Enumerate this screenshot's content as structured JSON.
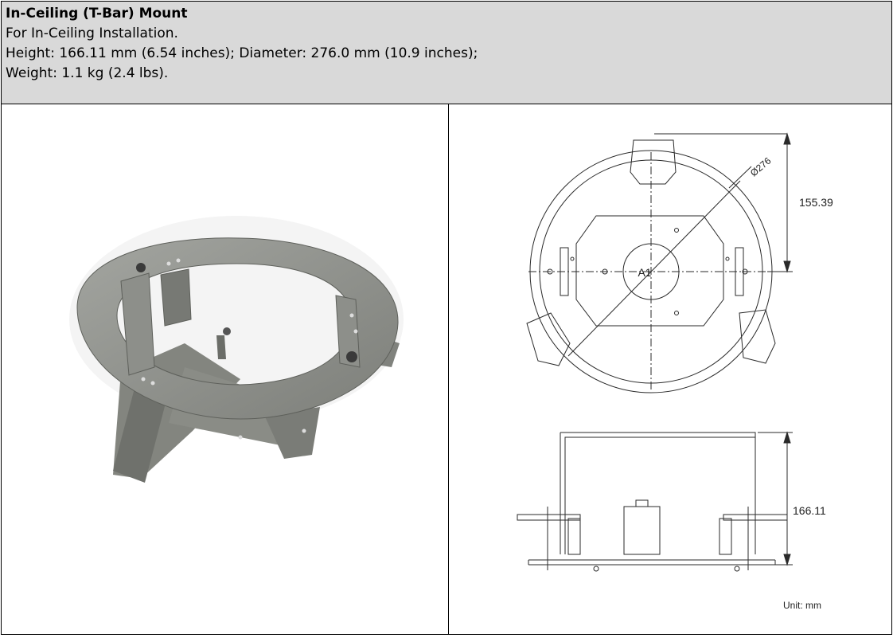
{
  "header": {
    "title": "In-Ceiling (T-Bar) Mount",
    "line1": "For In-Ceiling Installation.",
    "line2": "Height: 166.11 mm (6.54 inches); Diameter: 276.0 mm (10.9 inches);",
    "line3": "Weight: 1.1 kg (2.4 lbs)."
  },
  "drawing": {
    "diameter_label": "Ø276",
    "center_label": "A1",
    "top_height_label": "155.39",
    "side_height_label": "166.11",
    "unit_label": "Unit: mm"
  },
  "colors": {
    "header_bg": "#d9d9d9",
    "metal": "#8f918c",
    "line": "#2a2a2a"
  }
}
